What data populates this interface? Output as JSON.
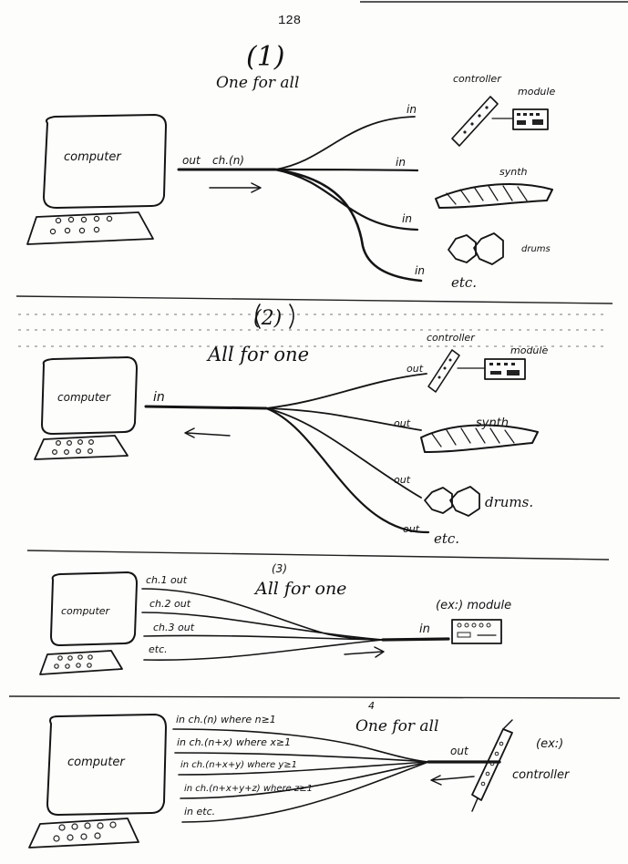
{
  "page_number": "128",
  "panel1": {
    "number": "(1)",
    "title": "One for all",
    "computer": "computer",
    "out_label": "out",
    "channel": "ch.(n)",
    "ports": [
      "in",
      "in",
      "in",
      "in"
    ],
    "controller": "controller",
    "module": "module",
    "synth": "synth",
    "drums": "drums",
    "etc": "etc."
  },
  "panel2": {
    "number": "(2)",
    "title": "All for one",
    "computer": "computer",
    "in_label": "in",
    "ports": [
      "out",
      "out",
      "out",
      "out"
    ],
    "controller": "controller",
    "module": "module",
    "synth": "synth",
    "drums": "drums.",
    "etc": "etc."
  },
  "panel3": {
    "number": "(3)",
    "title": "All for one",
    "computer": "computer",
    "channels": [
      "ch.1  out",
      "ch.2  out",
      "ch.3  out",
      "etc."
    ],
    "in_label": "in",
    "module": "(ex:) module"
  },
  "panel4": {
    "number": "4",
    "title": "One for all",
    "computer": "computer",
    "lines": [
      "in  ch.(n) where n≥1",
      "in  ch.(n+x) where x≥1",
      "in  ch.(n+x+y) where y≥1",
      "in  ch.(n+x+y+z) where z≥1",
      "in  etc."
    ],
    "out_label": "out",
    "ex": "(ex:)",
    "controller": "controller"
  }
}
